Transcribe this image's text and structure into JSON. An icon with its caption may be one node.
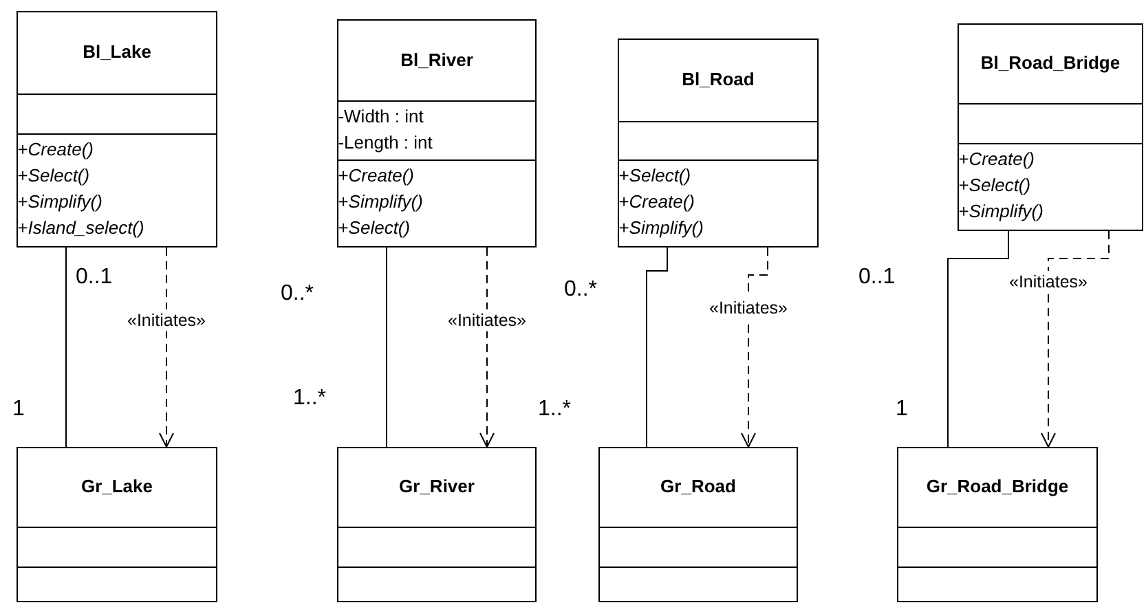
{
  "diagram": {
    "nodes": [
      {
        "text": [
          "Bl_Lake"
        ]
      },
      {
        "text": [],
        "shape": "box",
        "in": 0
      },
      {
        "text": [
          "+*Create()*",
          "+*Select()*",
          "+*Simplify()*",
          "+*Island_select()*"
        ],
        "in": 0
      },
      {
        "text": [
          "Bl_River"
        ]
      },
      {
        "text": [
          "-Width : int",
          "-Length : int"
        ],
        "in": 3
      },
      {
        "text": [
          "+*Create()*",
          "+*Simplify()*",
          "+*Select()*"
        ],
        "in": 3
      },
      {
        "text": [
          "Bl_Road"
        ]
      },
      {
        "text": [],
        "shape": "box",
        "in": 6
      },
      {
        "text": [
          "+*Select()*",
          "+*Create()*",
          "+*Simplify()*"
        ],
        "in": 6
      },
      {
        "text": [
          "Bl_Road_Bridge"
        ]
      },
      {
        "text": [],
        "shape": "box",
        "in": 9
      },
      {
        "text": [
          "+*Create()*",
          "+*Select()*",
          "+*Simplify()*"
        ],
        "in": 9
      },
      {
        "text": [
          "Gr_Lake"
        ]
      },
      {
        "text": [],
        "shape": "box",
        "in": 12
      },
      {
        "text": [],
        "shape": "box",
        "in": 12
      },
      {
        "text": [
          "Gr_River"
        ]
      },
      {
        "text": [],
        "shape": "box",
        "in": 15
      },
      {
        "text": [],
        "shape": "box",
        "in": 15
      },
      {
        "text": [
          "Gr_Road"
        ]
      },
      {
        "text": [],
        "shape": "box",
        "in": 18
      },
      {
        "text": [],
        "shape": "box",
        "in": 18
      },
      {
        "text": [
          "Gr_Road_Bridge"
        ]
      },
      {
        "text": [],
        "shape": "box",
        "in": 21
      },
      {
        "text": [],
        "shape": "box",
        "in": 21
      }
    ],
    "edges": [
      {
        "from": 0,
        "to": 12,
        "arrow": "none"
      },
      {
        "from": 0,
        "to": 12,
        "arrow": "to",
        "style": "dashed",
        "label": "«Initiates»"
      },
      {
        "from": 3,
        "to": 15,
        "arrow": "none"
      },
      {
        "from": 3,
        "to": 15,
        "arrow": "to",
        "style": "dashed",
        "label": "«Initiates»"
      },
      {
        "from": 6,
        "to": 18,
        "arrow": "none"
      },
      {
        "from": 6,
        "to": 18,
        "arrow": "to",
        "style": "dashed",
        "label": "«Initiates»"
      },
      {
        "from": 9,
        "to": 21,
        "arrow": "none"
      },
      {
        "from": 9,
        "to": 21,
        "arrow": "to",
        "style": "dashed",
        "label": "«Initiates»"
      }
    ],
    "labels": [
      "0..1",
      "0..*",
      "0..*",
      "0..1",
      "1",
      "1..*",
      "1..*",
      "1"
    ]
  }
}
